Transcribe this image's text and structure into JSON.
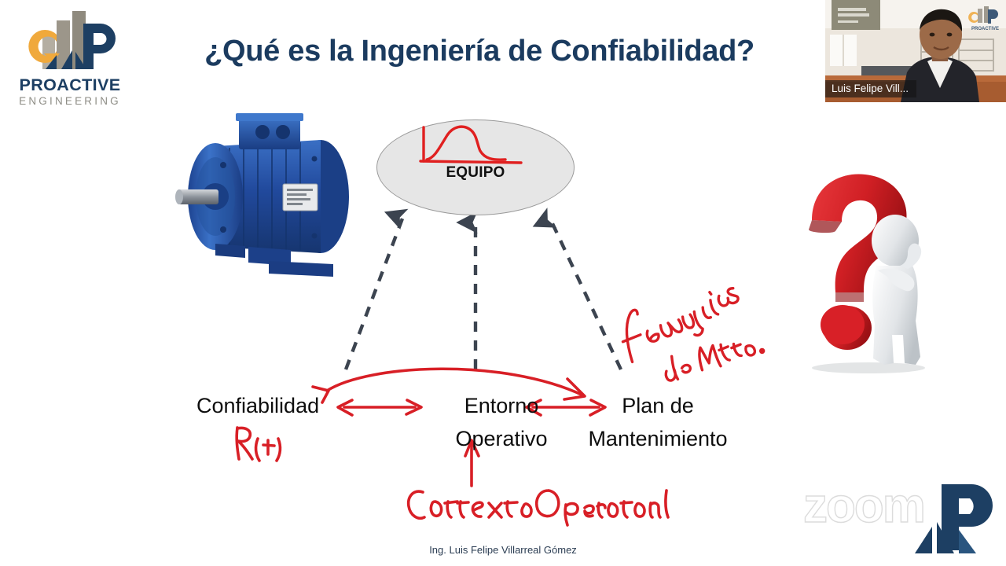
{
  "brand": {
    "name": "PROACTIVE",
    "tagline": "ENGINEERING",
    "logo_icon": "proactive-cp-bars-logo",
    "colors": {
      "navy": "#1d3f63",
      "amber": "#f0a93c",
      "warm_gray": "#8e8d86",
      "taupe": "#a09a8c"
    }
  },
  "slide": {
    "title": "¿Qué es la Ingeniería de Confiabilidad?",
    "title_color": "#1b3b5f",
    "background": "#ffffff",
    "footer": "Ing. Luis Felipe Villarreal Gómez",
    "equipment_image_alt": "blue-electric-motor",
    "question_graphic_alt": "red-question-mark-with-thinking-figure"
  },
  "diagram": {
    "center_node": {
      "label": "EQUIPO",
      "shape": "ellipse",
      "fill": "#e6e6e6",
      "stroke": "#9a9a9a",
      "inner_sketch": "red-hand-drawn-failure-distribution-curve"
    },
    "base_nodes": [
      {
        "id": "confiabilidad",
        "label": "Confiabilidad"
      },
      {
        "id": "entorno-operativo",
        "label_line1": "Entorno",
        "label_line2": "Operativo"
      },
      {
        "id": "plan-mantenimiento",
        "label_line1": "Plan de",
        "label_line2": "Mantenimiento"
      }
    ],
    "connector_style": {
      "type": "dashed-arrow",
      "color": "#3c4450",
      "direction": "upward-to-center-node",
      "count": 3
    }
  },
  "annotations": {
    "ink_color": "#d81f26",
    "items": [
      {
        "id": "r-of-t",
        "text": "R(t)",
        "near": "confiabilidad"
      },
      {
        "id": "frecuencias-mtto",
        "line1": "Frecuencias",
        "line2": "de Mtto.",
        "near": "plan-mantenimiento"
      },
      {
        "id": "contexto-operacional",
        "text": "Contexto Operacional",
        "near": "entorno-operativo"
      }
    ],
    "arrows": [
      {
        "from": "confiabilidad",
        "to": "entorno-operativo",
        "style": "double-headed-straight"
      },
      {
        "from": "entorno-operativo",
        "to": "plan-mantenimiento",
        "style": "double-headed-straight"
      },
      {
        "from": "plan-mantenimiento",
        "to": "confiabilidad",
        "style": "double-headed-arc"
      },
      {
        "from": "contexto-operacional",
        "to": "entorno-operativo",
        "style": "single-headed-up"
      }
    ]
  },
  "video_tile": {
    "participant_name": "Luis Felipe Vill...",
    "badge_background": "rgba(20,20,20,0.62)",
    "badge_text_color": "#ffffff",
    "corner_logo_icon": "proactive-logo-small"
  },
  "watermark": {
    "text": "zoom",
    "stroke_color": "#dcdcdc",
    "adjacent_logo_icon": "proactive-p-mark"
  }
}
